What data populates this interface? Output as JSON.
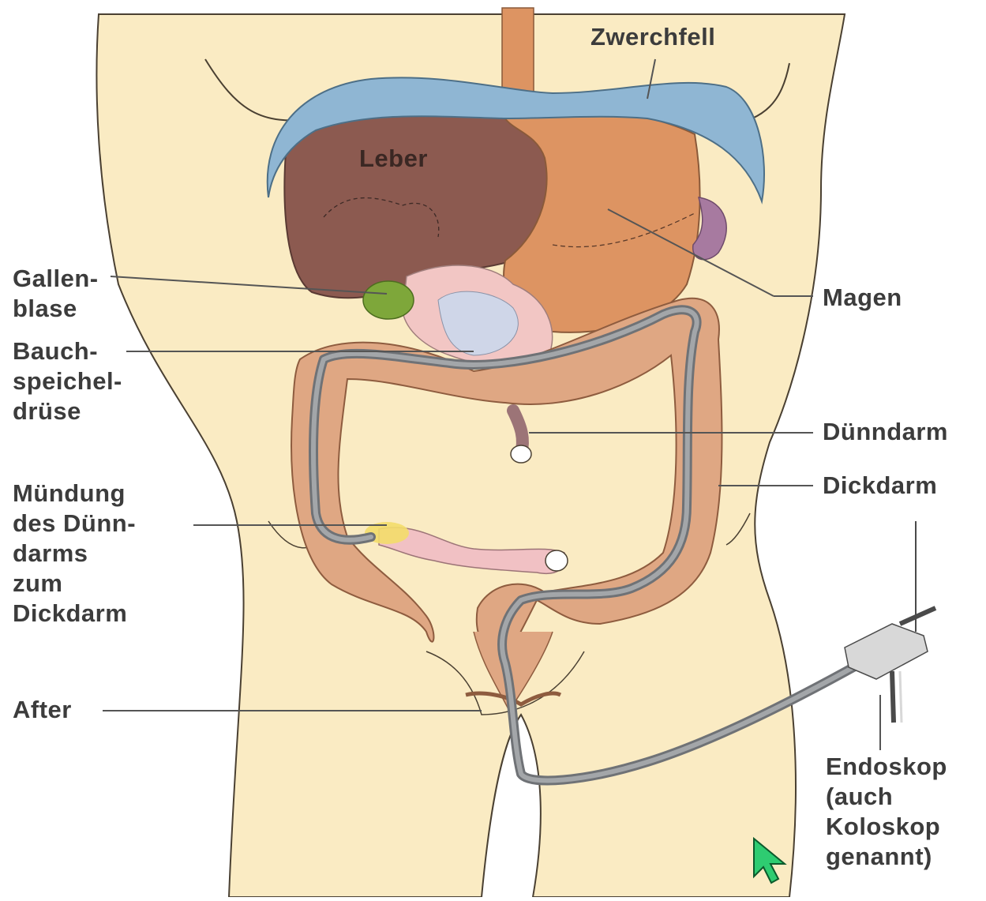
{
  "labels": {
    "zwerchfell": "Zwerchfell",
    "leber": "Leber",
    "magen": "Magen",
    "gallenblase": [
      "Gallen-",
      "blase"
    ],
    "bauchspeicheldruese": [
      "Bauch-",
      "speichel-",
      "drüse"
    ],
    "duenndarm": "Dünndarm",
    "dickdarm": "Dickdarm",
    "muendung": [
      "Mündung",
      "des Dünn-",
      "darms",
      "zum",
      "Dickdarm"
    ],
    "after": "After",
    "endoskop": [
      "Endoskop",
      "(auch",
      "Koloskop",
      "genannt)"
    ]
  },
  "colors": {
    "skin": "#faebc3",
    "skin_outline": "#4a4032",
    "liver": "#8c5a50",
    "stomach": "#dd9462",
    "diaphragm": "#8fb6d3",
    "gallbladder": "#7ea73a",
    "pancreas": "#f2c6c4",
    "colon": "#dfa783",
    "small_intestine": "#f1c1c4",
    "scope": "#8d9094",
    "cursor": "#2ecc71"
  }
}
